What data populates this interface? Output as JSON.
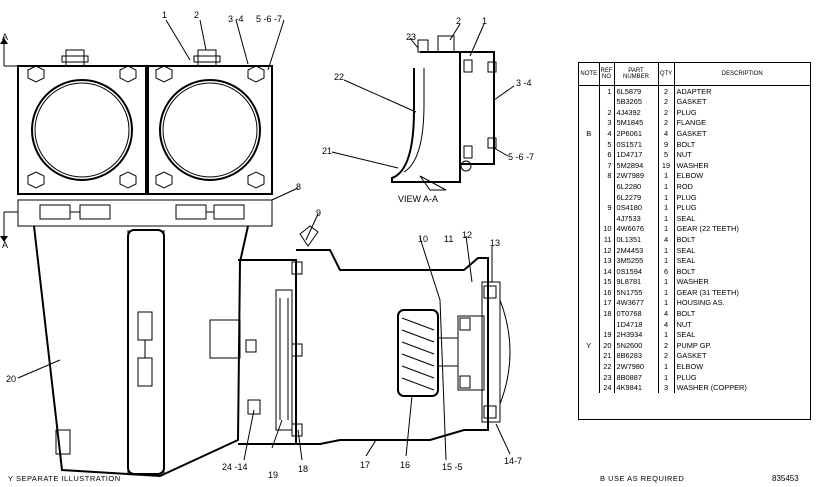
{
  "callouts": {
    "c1": "1",
    "c2": "2",
    "c34": "3 -4",
    "c567": "5 -6 -7",
    "c8": "8",
    "c9": "9",
    "c10": "10",
    "c11": "11",
    "c12": "12",
    "c13": "13",
    "c20": "20",
    "c2414": "24 -14",
    "c19": "19",
    "c18": "18",
    "c17": "17",
    "c16": "16",
    "c155": "15 -5",
    "c147": "14-7",
    "v23": "23",
    "v2": "2",
    "v1": "1",
    "v22": "22",
    "v34": "3 -4",
    "v21": "21",
    "v567": "5 -6 -7",
    "sectionA1": "A",
    "sectionA2": "A"
  },
  "view_caption": "VIEW A-A",
  "parts_table": {
    "headers": {
      "note": "NOTE",
      "ref": "REF NO",
      "part": "PART NUMBER",
      "qty": "QTY",
      "desc": "DESCRIPTION"
    },
    "rows": [
      {
        "note": "",
        "ref": "1",
        "part": "6L5879",
        "qty": "2",
        "desc": "ADAPTER"
      },
      {
        "note": "",
        "ref": "",
        "part": "5B3265",
        "qty": "2",
        "desc": "GASKET"
      },
      {
        "note": "",
        "ref": "2",
        "part": "4J4392",
        "qty": "2",
        "desc": "PLUG"
      },
      {
        "note": "",
        "ref": "3",
        "part": "5M1845",
        "qty": "2",
        "desc": "FLANGE"
      },
      {
        "note": "B",
        "ref": "4",
        "part": "2P6061",
        "qty": "4",
        "desc": "GASKET"
      },
      {
        "note": "",
        "ref": "5",
        "part": "0S1571",
        "qty": "9",
        "desc": "BOLT"
      },
      {
        "note": "",
        "ref": "6",
        "part": "1D4717",
        "qty": "5",
        "desc": "NUT"
      },
      {
        "note": "",
        "ref": "7",
        "part": "5M2894",
        "qty": "19",
        "desc": "WASHER"
      },
      {
        "note": "",
        "ref": "8",
        "part": "2W7989",
        "qty": "1",
        "desc": "ELBOW"
      },
      {
        "note": "",
        "ref": "",
        "part": "6L2280",
        "qty": "1",
        "desc": "ROD"
      },
      {
        "note": "",
        "ref": "",
        "part": "6L2279",
        "qty": "1",
        "desc": "PLUG"
      },
      {
        "note": "",
        "ref": "9",
        "part": "0S4180",
        "qty": "1",
        "desc": "PLUG"
      },
      {
        "note": "",
        "ref": "",
        "part": "4J7533",
        "qty": "1",
        "desc": "SEAL"
      },
      {
        "note": "",
        "ref": "10",
        "part": "4W6676",
        "qty": "1",
        "desc": "GEAR (22 TEETH)"
      },
      {
        "note": "",
        "ref": "11",
        "part": "0L1351",
        "qty": "4",
        "desc": "BOLT"
      },
      {
        "note": "",
        "ref": "12",
        "part": "2M4453",
        "qty": "1",
        "desc": "SEAL"
      },
      {
        "note": "",
        "ref": "13",
        "part": "3M5255",
        "qty": "1",
        "desc": "SEAL"
      },
      {
        "note": "",
        "ref": "14",
        "part": "0S1594",
        "qty": "6",
        "desc": "BOLT"
      },
      {
        "note": "",
        "ref": "15",
        "part": "9L8781",
        "qty": "1",
        "desc": "WASHER"
      },
      {
        "note": "",
        "ref": "16",
        "part": "5N1755",
        "qty": "1",
        "desc": "GEAR (31 TEETH)"
      },
      {
        "note": "",
        "ref": "17",
        "part": "4W3677",
        "qty": "1",
        "desc": "HOUSING AS."
      },
      {
        "note": "",
        "ref": "18",
        "part": "0T0768",
        "qty": "4",
        "desc": "BOLT"
      },
      {
        "note": "",
        "ref": "",
        "part": "1D4718",
        "qty": "4",
        "desc": "NUT"
      },
      {
        "note": "",
        "ref": "19",
        "part": "2H3934",
        "qty": "1",
        "desc": "SEAL"
      },
      {
        "note": "Y",
        "ref": "20",
        "part": "5N2600",
        "qty": "2",
        "desc": "PUMP GP."
      },
      {
        "note": "",
        "ref": "21",
        "part": "8B6283",
        "qty": "2",
        "desc": "GASKET"
      },
      {
        "note": "",
        "ref": "22",
        "part": "2W7980",
        "qty": "1",
        "desc": "ELBOW"
      },
      {
        "note": "",
        "ref": "23",
        "part": "8B0887",
        "qty": "1",
        "desc": "PLUG"
      },
      {
        "note": "",
        "ref": "24",
        "part": "4K9841",
        "qty": "3",
        "desc": "WASHER (COPPER)"
      }
    ]
  },
  "footer": {
    "left": "Y   SEPARATE ILLUSTRATION",
    "mid": "B   USE AS REQUIRED",
    "right": "835453"
  }
}
